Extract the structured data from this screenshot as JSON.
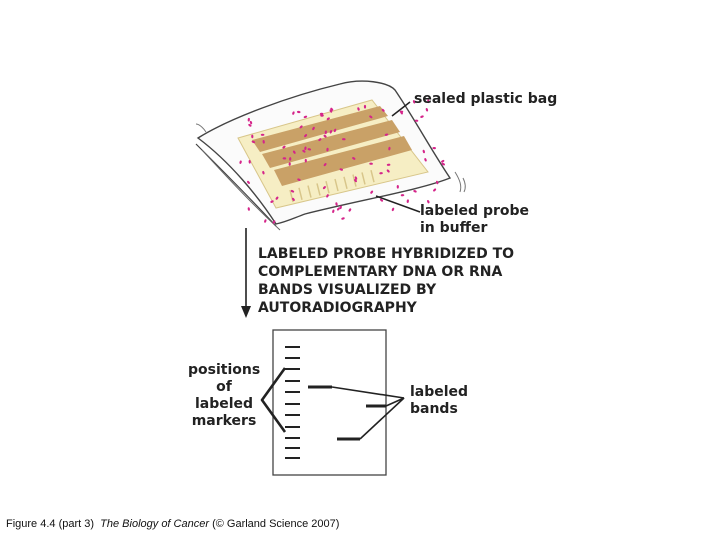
{
  "labels": {
    "bag": "sealed plastic bag",
    "probe_line1": "labeled probe",
    "probe_line2": "in buffer",
    "step_lines": [
      "LABELED PROBE HYBRIDIZED TO",
      "COMPLEMENTARY DNA OR RNA",
      "BANDS VISUALIZED BY",
      "AUTORADIOGRAPHY"
    ],
    "markers_lines": [
      "positions",
      "of",
      "labeled",
      "markers"
    ],
    "bands_lines": [
      "labeled",
      "bands"
    ]
  },
  "caption": {
    "prefix": "Figure 4.4 (part 3)",
    "title": "The Biology of Cancer",
    "suffix": "(© Garland Science 2007)"
  },
  "colors": {
    "membrane": "#f6eec4",
    "membrane_edge": "#d8c68a",
    "gel_lane": "#c9a167",
    "probe_dots": "#d5258a",
    "outline": "#222222"
  }
}
